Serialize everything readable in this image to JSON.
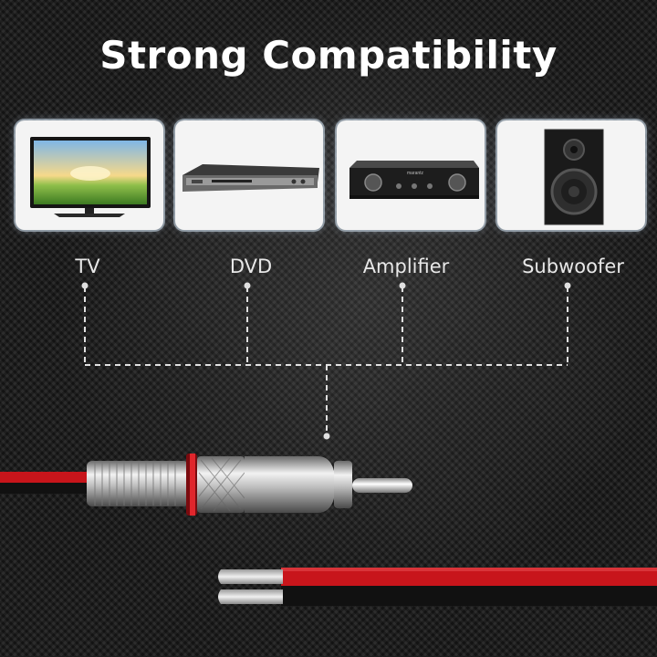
{
  "title": "Strong Compatibility",
  "devices": [
    {
      "label": "TV",
      "icon": "tv-icon"
    },
    {
      "label": "DVD",
      "icon": "dvd-player-icon"
    },
    {
      "label": "Amplifier",
      "icon": "amplifier-icon"
    },
    {
      "label": "Subwoofer",
      "icon": "subwoofer-icon"
    }
  ],
  "amplifier_brand": "marantz",
  "colors": {
    "background": "#1c1c1c",
    "card": "#f4f4f4",
    "connector_dots": "#e0e0e0",
    "cable_red": "#c8151b",
    "cable_black": "#111111"
  }
}
